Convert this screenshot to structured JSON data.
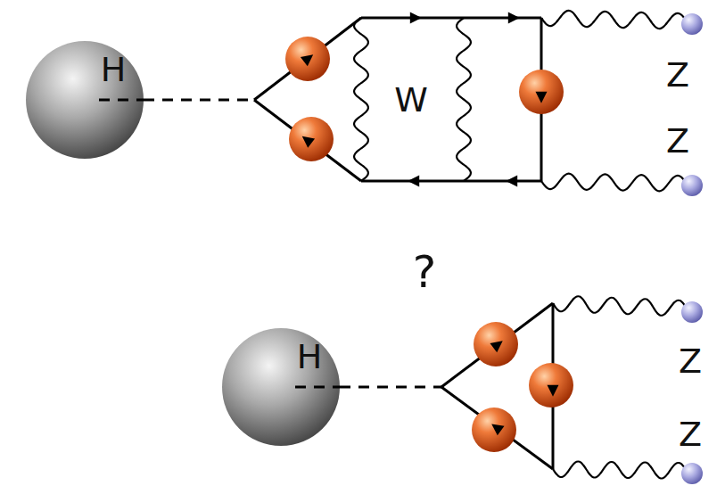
{
  "diagram": {
    "nodes": [
      {
        "text": [
          "H"
        ]
      },
      {
        "text": [
          "H"
        ]
      }
    ],
    "labels": [
      "W",
      "Z",
      "Z",
      "?",
      "Z",
      "Z"
    ]
  }
}
